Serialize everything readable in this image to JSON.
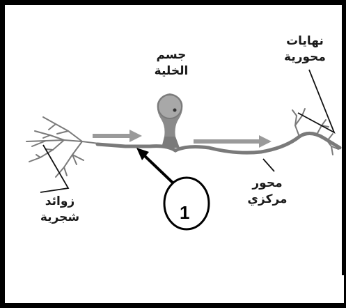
{
  "labels": {
    "cell_body": [
      "جسم",
      "الخلية"
    ],
    "axon_terminals": [
      "نهايات",
      "محورية"
    ],
    "dendrites": [
      "زوائد",
      "شجرية"
    ],
    "axon": [
      "محور",
      "مركزي"
    ]
  },
  "marker": {
    "number": "1"
  },
  "colors": {
    "neuron": "#7a7a7a",
    "flow_arrow": "#9a9a9a",
    "label": "#1a1a1a",
    "frame": "#000000"
  }
}
